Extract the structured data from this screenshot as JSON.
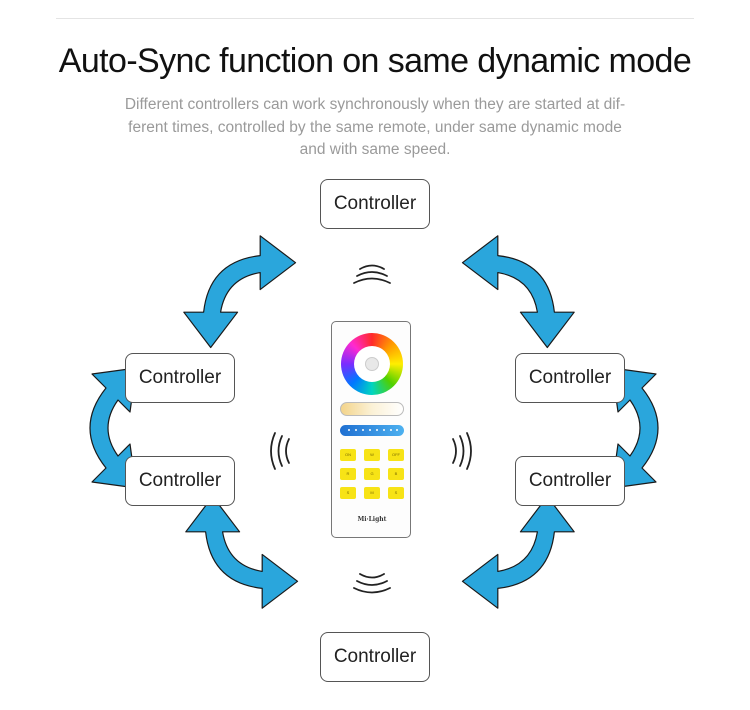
{
  "title": "Auto-Sync function on same dynamic mode",
  "subtitle": {
    "line1": "Different controllers can work synchronously when they are started at dif-",
    "line2": "ferent times, controlled by the same remote, under same dynamic mode",
    "line3": "and with same speed."
  },
  "controllers": {
    "top": "Controller",
    "left_upper": "Controller",
    "left_lower": "Controller",
    "right_upper": "Controller",
    "right_lower": "Controller",
    "bottom": "Controller"
  },
  "remote": {
    "keys": [
      "ON",
      "W",
      "OFF",
      "R",
      "G",
      "B",
      "S",
      "M",
      "S"
    ],
    "brand": "Mi·Light"
  },
  "colors": {
    "arrow_fill": "#2aa6dc",
    "arrow_stroke": "#1a1a1a",
    "key_yellow": "#f7e316"
  },
  "icons": [
    "double-arrow-icon",
    "wireless-signal-icon",
    "color-wheel-icon"
  ]
}
